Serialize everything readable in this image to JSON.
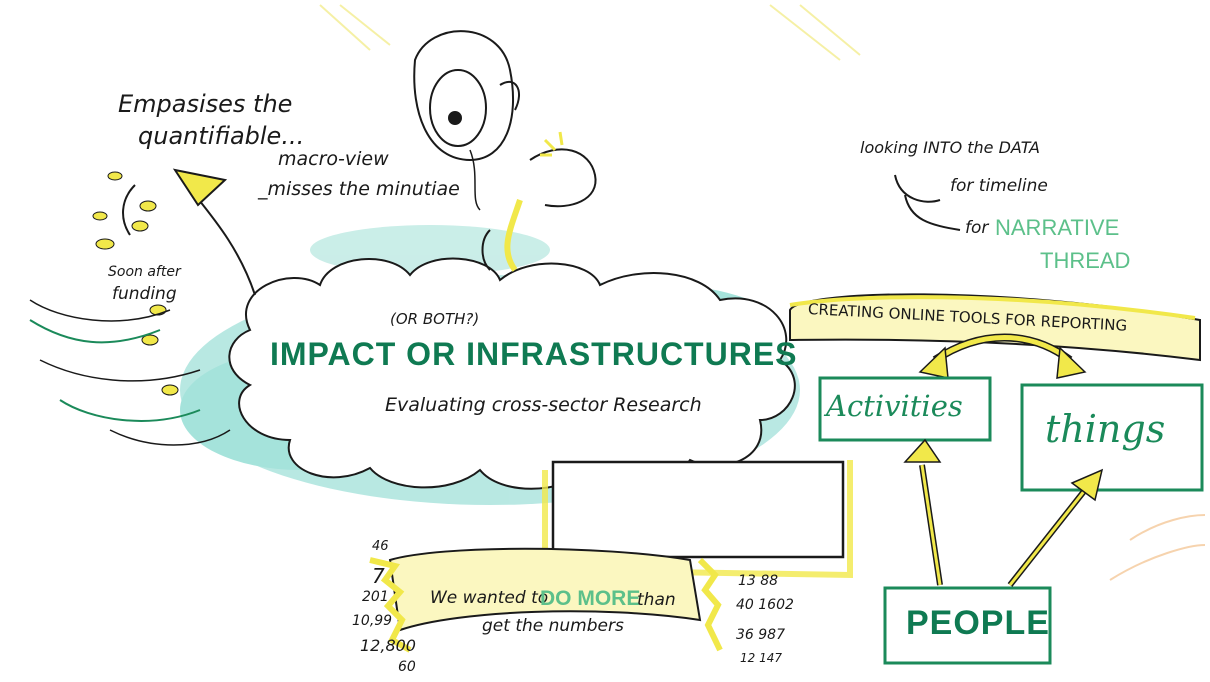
{
  "quantifiable": {
    "line1": "Empasises the",
    "line2": "quantifiable..."
  },
  "macro": {
    "line1": "macro-view",
    "line2": "_misses the minutiae"
  },
  "funding": {
    "line1": "Soon after",
    "line2": "funding"
  },
  "title": {
    "subtitle_top": "(OR BOTH?)",
    "main": "IMPACT OR INFRASTRUCTURES",
    "sub": "Evaluating cross-sector Research"
  },
  "data_panel": {
    "line1": "looking INTO the DATA",
    "line2": "for timeline",
    "line3_prefix": "for",
    "line3_highlight": "NARRATIVE",
    "line4_highlight": "THREAD"
  },
  "reporting": {
    "banner": "CREATING ONLINE TOOLS FOR REPORTING",
    "activities": "Activities",
    "things": "things",
    "people": "PEOPLE"
  },
  "numbers_panel": {
    "prefix": "We wanted to",
    "highlight": "DO MORE",
    "suffix": "than",
    "line2": "get the numbers",
    "left_numbers": [
      "46",
      "7",
      "201",
      "10,99",
      "12,800",
      "60"
    ],
    "right_numbers": [
      "13 88",
      "40 1602",
      "36 987",
      "12 147"
    ]
  },
  "colors": {
    "green": "#0f7a52",
    "light_green": "#5cc08a",
    "yellow": "#f1e84a",
    "teal_wash": "#36b7ad"
  }
}
